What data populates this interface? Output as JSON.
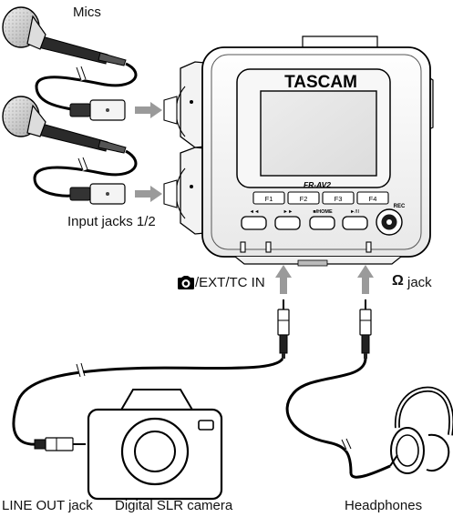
{
  "labels": {
    "mics": "Mics",
    "input_jacks": "Input jacks 1/2",
    "ext_tc_in": "/EXT/TC IN",
    "headphone_jack": "jack",
    "headphone_symbol": "Ω",
    "line_out_jack": "LINE OUT jack",
    "camera": "Digital SLR camera",
    "headphones": "Headphones"
  },
  "recorder": {
    "brand": "TASCAM",
    "model": "FR-AV2",
    "function_keys": [
      "F1",
      "F2",
      "F3",
      "F4"
    ],
    "transport_keys": [
      "◄◄",
      "►►",
      "■/HOME",
      "►/II"
    ],
    "rec_label": "REC"
  },
  "icons": {
    "camera_symbol": "camera-icon",
    "headphone_symbol": "omega-icon",
    "arrows": "arrow-icon"
  }
}
